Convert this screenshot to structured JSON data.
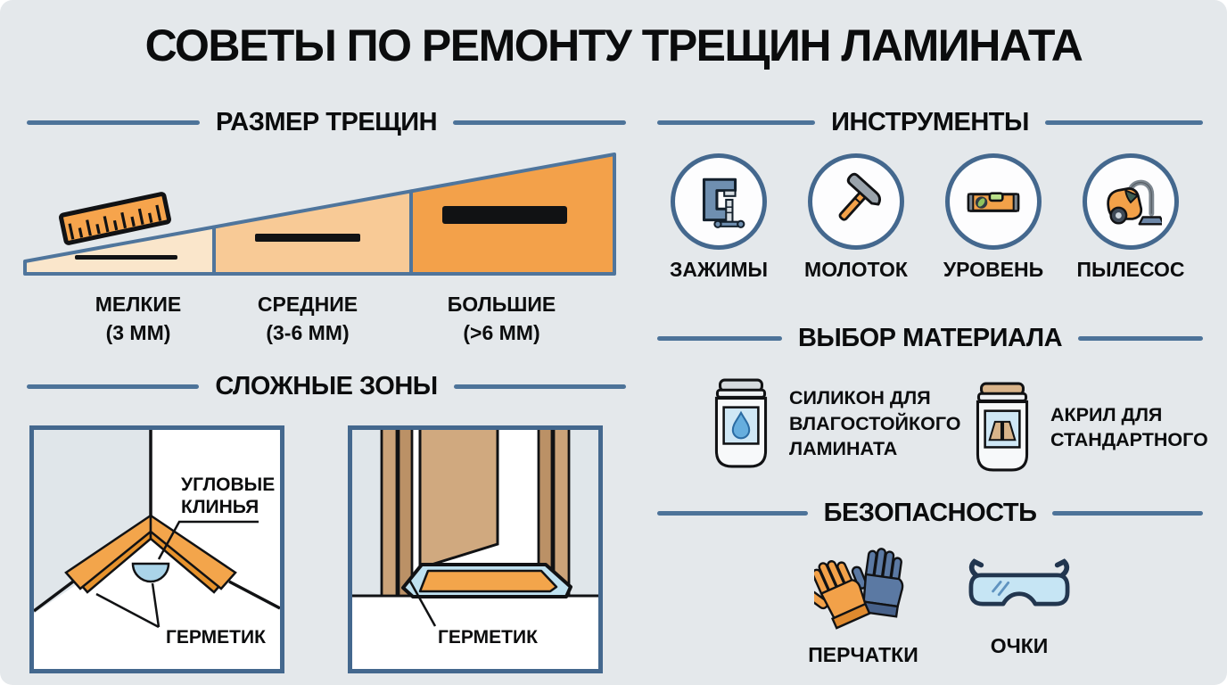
{
  "title": "СОВЕТЫ ПО РЕМОНТУ ТРЕЩИН ЛАМИНАТА",
  "palette": {
    "background": "#e4e8eb",
    "accent_blue": "#4d7399",
    "box_border_blue": "#44688e",
    "outline_black": "#111214",
    "orange_dark": "#f3a14a",
    "orange_mid": "#f8ca96",
    "orange_light": "#fae6cb",
    "sealant_blue": "#aad4e9",
    "wood_tan": "#cba379",
    "glove_blue": "#5b79a3"
  },
  "crack_size_section": {
    "header": "РАЗМЕР ТРЕЩИН",
    "ruler_icon": "ruler-icon",
    "items": [
      {
        "name": "МЕЛКИЕ",
        "range": "(3 ММ)"
      },
      {
        "name": "СРЕДНИЕ",
        "range": "(3-6 ММ)"
      },
      {
        "name": "БОЛЬШИЕ",
        "range": "(>6 ММ)"
      }
    ]
  },
  "difficult_zones_section": {
    "header": "СЛОЖНЫЕ ЗОНЫ",
    "corner_diagram": {
      "wedges_label_line1": "УГЛОВЫЕ",
      "wedges_label_line2": "КЛИНЬЯ",
      "sealant_label": "ГЕРМЕТИК"
    },
    "door_diagram": {
      "sealant_label": "ГЕРМЕТИК"
    }
  },
  "tools_section": {
    "header": "ИНСТРУМЕНТЫ",
    "items": [
      {
        "label": "ЗАЖИМЫ",
        "icon": "clamp-icon"
      },
      {
        "label": "МОЛОТОК",
        "icon": "hammer-icon"
      },
      {
        "label": "УРОВЕНЬ",
        "icon": "level-icon"
      },
      {
        "label": "ПЫЛЕСОС",
        "icon": "vacuum-icon"
      }
    ]
  },
  "materials_section": {
    "header": "ВЫБОР МАТЕРИАЛА",
    "items": [
      {
        "icon": "silicone-jar-icon",
        "lines": [
          "СИЛИКОН ДЛЯ",
          "ВЛАГОСТОЙКОГО",
          "ЛАМИНАТА"
        ]
      },
      {
        "icon": "acrylic-jar-icon",
        "lines": [
          "АКРИЛ ДЛЯ",
          "СТАНДАРТНОГО"
        ]
      }
    ]
  },
  "safety_section": {
    "header": "БЕЗОПАСНОСТЬ",
    "items": [
      {
        "label": "ПЕРЧАТКИ",
        "icon": "gloves-icon"
      },
      {
        "label": "ОЧКИ",
        "icon": "goggles-icon"
      }
    ]
  }
}
